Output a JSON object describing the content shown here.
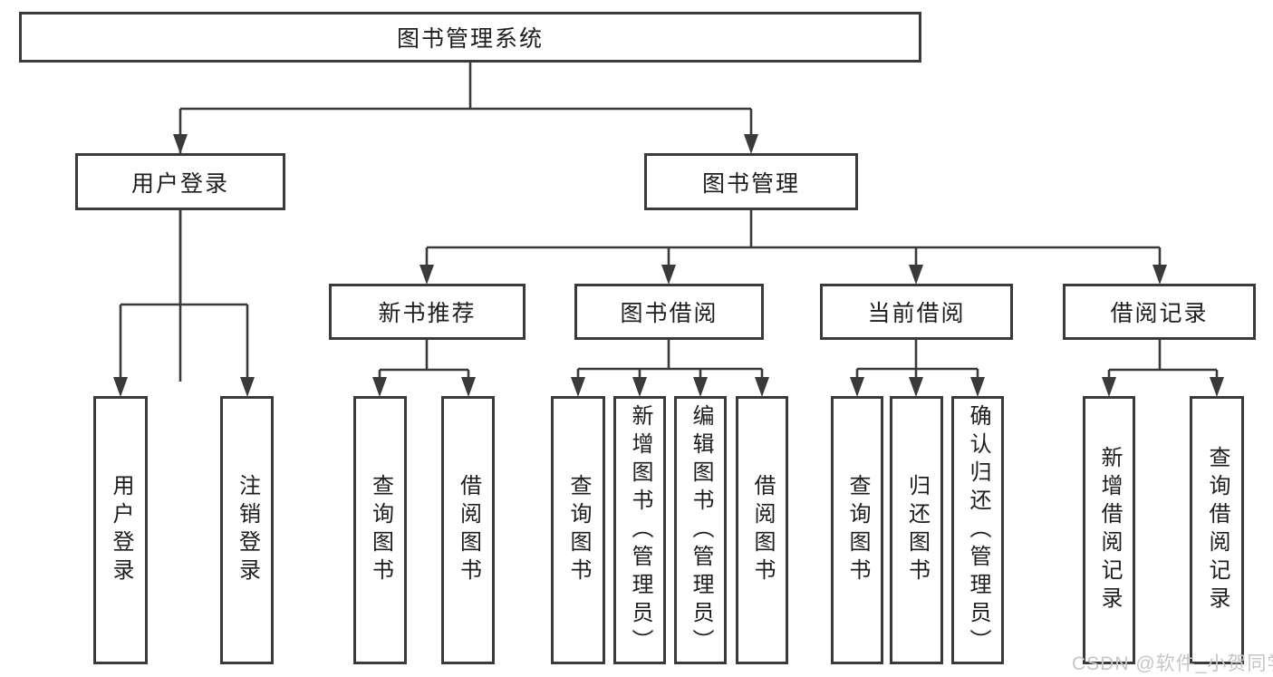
{
  "diagram": {
    "title": "图书管理系统",
    "user_login_branch": {
      "label": "用户登录",
      "children": [
        "用户登录",
        "注销登录"
      ]
    },
    "book_mgmt_branch": {
      "label": "图书管理",
      "sections": [
        {
          "label": "新书推荐",
          "children": [
            "查询图书",
            "借阅图书"
          ]
        },
        {
          "label": "图书借阅",
          "children": [
            "查询图书",
            "新增图书（管理员）",
            "编辑图书（管理员）",
            "借阅图书"
          ]
        },
        {
          "label": "当前借阅",
          "children": [
            "查询图书",
            "归还图书",
            "确认归还（管理员）"
          ]
        },
        {
          "label": "借阅记录",
          "children": [
            "新增借阅记录",
            "查询借阅记录"
          ]
        }
      ]
    }
  },
  "watermark": "CSDN @软件_小贺同学",
  "colors": {
    "line": "#3a3a3a",
    "box_border": "#3a3a3a",
    "text": "#1d1d1d",
    "background": "#ffffff",
    "watermark": "#c6c6c6"
  }
}
